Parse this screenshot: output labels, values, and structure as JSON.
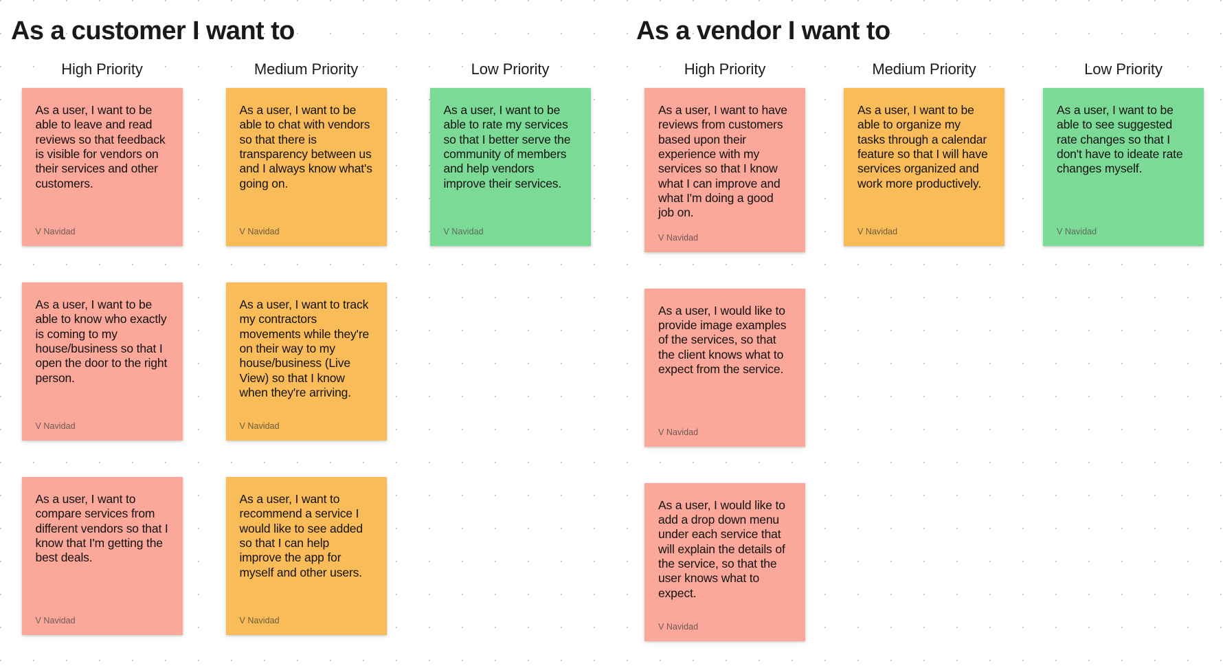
{
  "board": {
    "author_default": "V Navidad",
    "colors": {
      "high": "#fba79a",
      "medium": "#fabc58",
      "low": "#7bdb96",
      "background": "#ffffff",
      "dot_grid": "#c9c9c9",
      "title_text": "#1a1a1a",
      "note_text": "#121212"
    }
  },
  "sections": [
    {
      "title": "As a customer I want to",
      "columns": [
        {
          "header": "High Priority",
          "color": "pink",
          "notes": [
            {
              "text": "As a user, I want to be able to leave and read reviews so that feedback is visible for vendors on their services and other customers.",
              "author": "V Navidad"
            },
            {
              "text": "As a user, I want to be able to know who exactly is coming to my house/business so that I open the door to the right person.",
              "author": "V Navidad"
            },
            {
              "text": "As a user, I want to compare services from different vendors so that I know that I'm getting the best deals.",
              "author": "V Navidad"
            }
          ]
        },
        {
          "header": "Medium Priority",
          "color": "orange",
          "notes": [
            {
              "text": "As a user, I want to be able to chat with vendors so that there is transparency between us and I always know what's going on.",
              "author": "V Navidad"
            },
            {
              "text": "As a user, I want to track my contractors movements while they're on their way to my house/business (Live View) so that I know when they're arriving.",
              "author": "V Navidad"
            },
            {
              "text": "As a user, I want to recommend a service I would like to see added so that I can help improve the app for myself and other users.",
              "author": "V Navidad"
            }
          ]
        },
        {
          "header": "Low Priority",
          "color": "green",
          "notes": [
            {
              "text": "As a user, I want to be able to rate my services so that I better serve the community of members and help vendors improve their services.",
              "author": "V Navidad"
            }
          ]
        }
      ]
    },
    {
      "title": "As a vendor I want to",
      "columns": [
        {
          "header": "High Priority",
          "color": "pink",
          "notes": [
            {
              "text": "As a user, I want to have reviews from customers based upon their experience with my services so that I know what I can improve and what I'm doing a good job on.",
              "author": "V Navidad"
            },
            {
              "text": "As a user, I would like to provide image examples of the services, so that the client knows what to expect from the service.",
              "author": "V Navidad"
            },
            {
              "text": "As a user, I would like to add a drop down menu under each service that will explain the details of the service, so that the user knows what to expect.",
              "author": "V Navidad"
            }
          ]
        },
        {
          "header": "Medium Priority",
          "color": "orange",
          "notes": [
            {
              "text": "As a user, I want to be able to organize my tasks through a calendar feature so that I will have services organized and work more productively.",
              "author": "V Navidad"
            }
          ]
        },
        {
          "header": "Low Priority",
          "color": "green",
          "notes": [
            {
              "text": "As a user, I want to be able to see suggested rate changes so that I don't have to ideate rate changes myself.",
              "author": "V Navidad"
            }
          ]
        }
      ]
    }
  ]
}
